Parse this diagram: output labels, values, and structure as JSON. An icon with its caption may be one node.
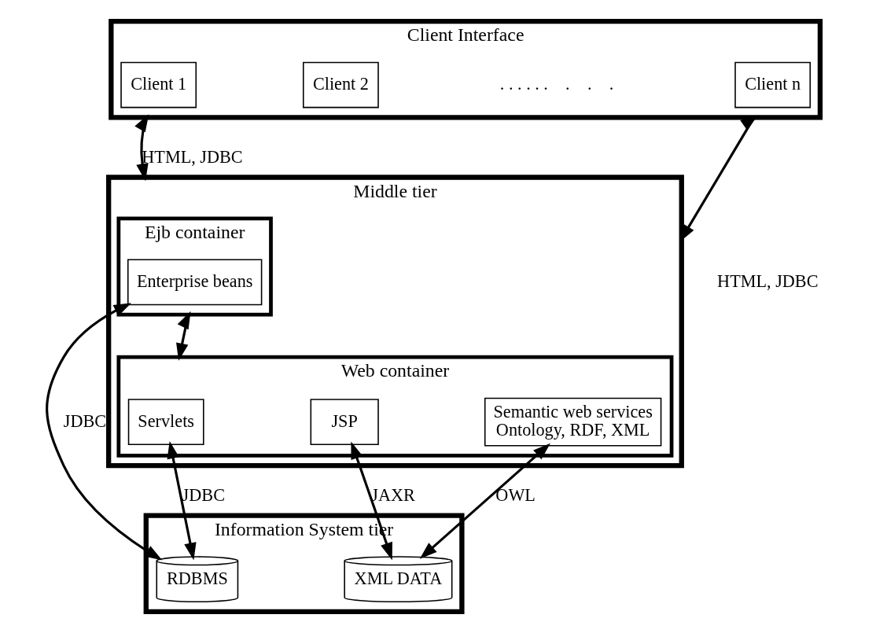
{
  "diagram": {
    "nodes": [
      {
        "text": [
          "Client Interface"
        ]
      },
      {
        "text": [
          "Client 1"
        ],
        "in": 0
      },
      {
        "text": [
          "Client 2"
        ],
        "in": 0
      },
      {
        "text": [
          "Client n"
        ],
        "in": 0
      },
      {
        "text": [
          "Middle tier"
        ]
      },
      {
        "text": [
          "Ejb container"
        ],
        "in": 4
      },
      {
        "text": [
          "Enterprise beans"
        ],
        "in": 5
      },
      {
        "text": [
          "Web container"
        ],
        "in": 4
      },
      {
        "text": [
          "Servlets"
        ],
        "in": 7
      },
      {
        "text": [
          "JSP"
        ],
        "in": 7
      },
      {
        "text": [
          "Semantic web services",
          "Ontology, RDF, XML"
        ],
        "in": 7
      },
      {
        "text": [
          "Information System tier"
        ]
      },
      {
        "text": [
          "RDBMS"
        ],
        "in": 11
      },
      {
        "text": [
          "XML DATA"
        ],
        "in": 11
      }
    ],
    "edges": [
      {
        "from": 0,
        "to": 4,
        "arrow": "both",
        "label": "HTML, JDBC"
      },
      {
        "from": 0,
        "to": 4,
        "arrow": "both",
        "label": "HTML, JDBC"
      },
      {
        "from": 5,
        "to": 7,
        "arrow": "both"
      },
      {
        "from": 6,
        "to": 12,
        "arrow": "both",
        "label": "JDBC"
      },
      {
        "from": 8,
        "to": 12,
        "arrow": "both",
        "label": "JDBC"
      },
      {
        "from": 9,
        "to": 13,
        "arrow": "both",
        "label": "JAXR"
      },
      {
        "from": 10,
        "to": 13,
        "arrow": "both",
        "label": "OWL"
      }
    ],
    "labels": [
      ". . . . . .    .    .    ."
    ]
  }
}
